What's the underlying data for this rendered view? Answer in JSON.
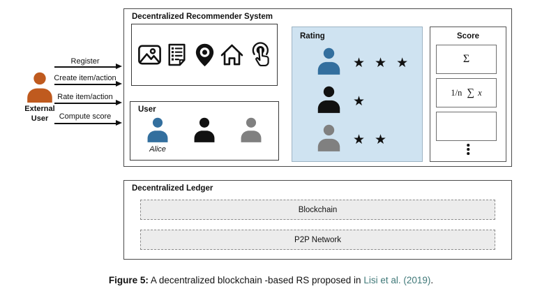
{
  "external_user": {
    "label_line1": "External",
    "label_line2": "User",
    "icon_color": "#bf5a1e",
    "actions": [
      "Register",
      "Create item/action",
      "Rate item/action",
      "Compute score"
    ]
  },
  "recommender": {
    "title": "Decentralized Recommender System",
    "items_panel": {
      "icons": [
        "image-icon",
        "checklist-icon",
        "location-pin-icon",
        "home-icon",
        "tap-icon"
      ]
    },
    "user_panel": {
      "title": "User",
      "members": [
        {
          "name": "Alice",
          "color": "#336f9e"
        },
        {
          "name": "",
          "color": "#111111"
        },
        {
          "name": "",
          "color": "#808080"
        }
      ]
    },
    "rating_panel": {
      "title": "Rating",
      "bg_color": "#cfe3f1",
      "star_char": "★",
      "rows": [
        {
          "user_color": "#336f9e",
          "stars": 3,
          "stars_text": "★★★"
        },
        {
          "user_color": "#111111",
          "stars": 1,
          "stars_text": "★"
        },
        {
          "user_color": "#808080",
          "stars": 2,
          "stars_text": "★★"
        }
      ]
    },
    "score_panel": {
      "title": "Score",
      "formula_1": {
        "sigma": "Σ"
      },
      "formula_2": {
        "fraction": "1/n",
        "sigma": "∑",
        "variable": "x"
      },
      "formula_3": "",
      "ellipsis_icon": "vertical-ellipsis-icon"
    }
  },
  "ledger": {
    "title": "Decentralized Ledger",
    "layers": [
      {
        "label": "Blockchain"
      },
      {
        "label": "P2P Network"
      }
    ]
  },
  "caption": {
    "label": "Figure 5:",
    "text": " A decentralized blockchain -based RS proposed in ",
    "citation": "Lisi et al. (2019)",
    "suffix": ".",
    "citation_color": "#3f7878"
  }
}
